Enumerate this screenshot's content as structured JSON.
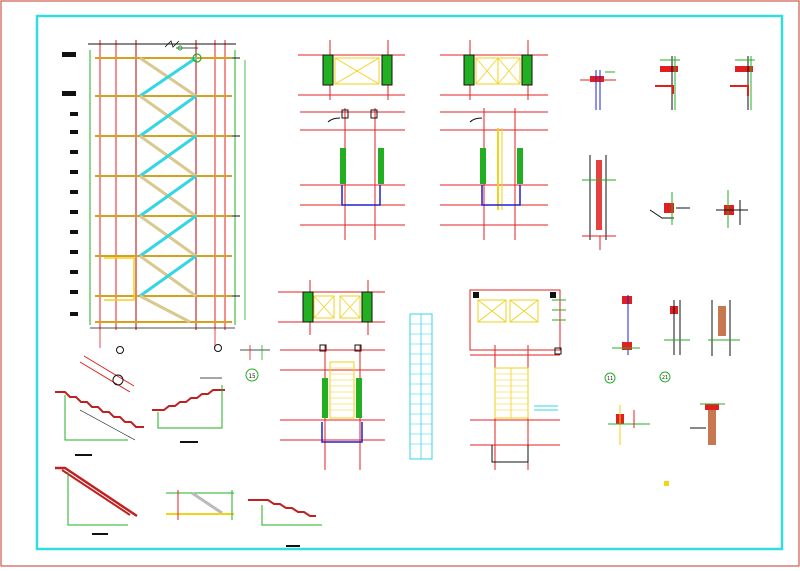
{
  "sheet": {
    "background": "#ffffff",
    "outer_border_color": "#c0392b",
    "inner_border_color": "#33dddd"
  },
  "palette": {
    "red": "#e02020",
    "green": "#22b022",
    "yellow": "#f2d21a",
    "cyan": "#33d6e6",
    "blue": "#2020d0",
    "gray": "#9a9a9a",
    "black": "#111111",
    "magenta": "#c02ab0"
  },
  "callouts": {
    "c1": "15",
    "c2": "11",
    "c3": "21"
  }
}
